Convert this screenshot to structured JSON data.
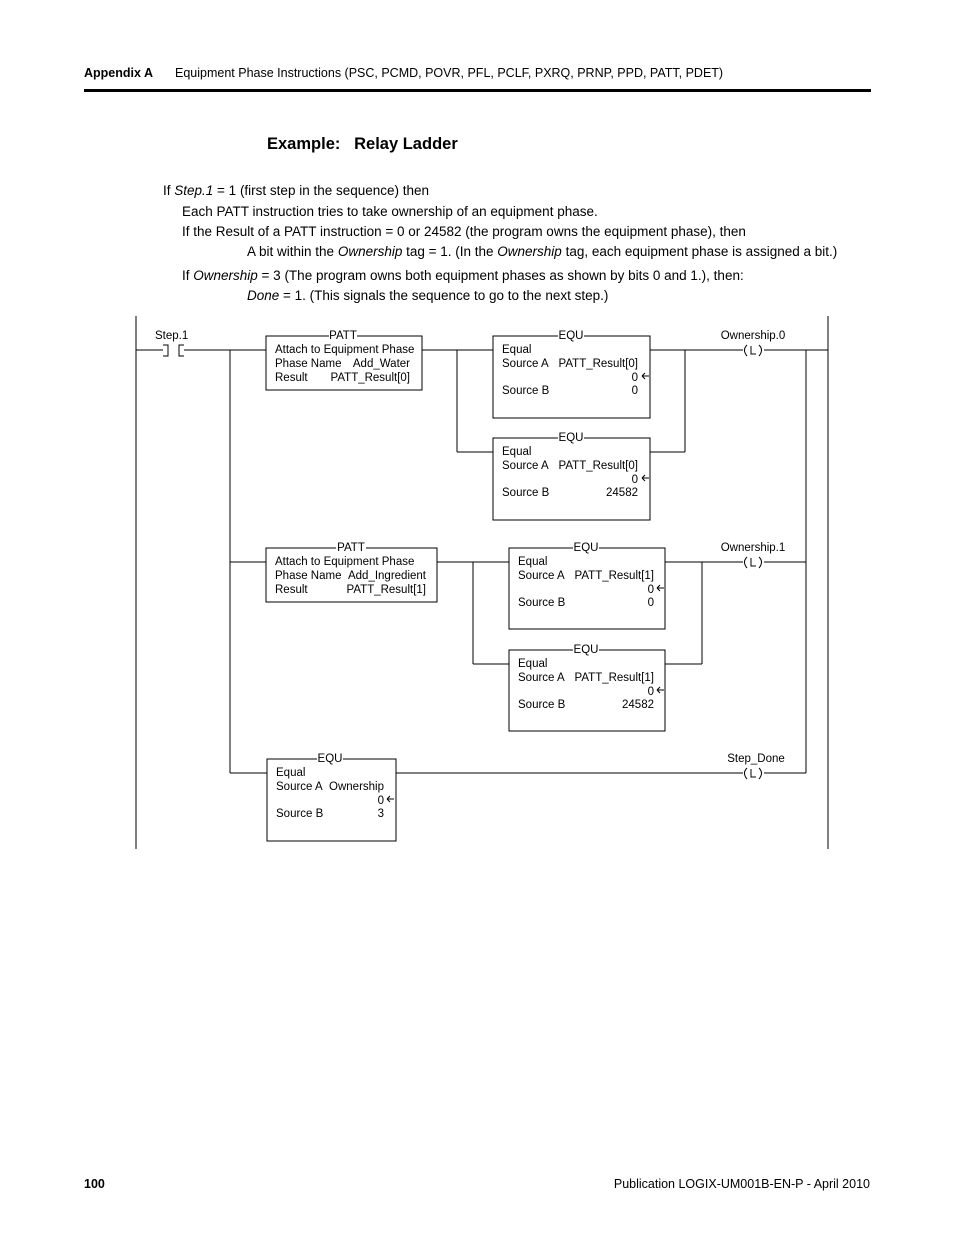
{
  "header": {
    "appendix": "Appendix A",
    "title": "Equipment Phase Instructions (PSC, PCMD, POVR, PFL, PCLF, PXRQ, PRNP, PPD, PATT, PDET)"
  },
  "example_title": "Example:   Relay Ladder",
  "description": {
    "line1": {
      "a": "If ",
      "b": "Step.1",
      "c": " = 1 (first step in the sequence) then"
    },
    "line2": "Each PATT instruction tries to take ownership of an equipment phase.",
    "line3": "If the Result of a PATT instruction = 0 or 24582 (the program owns the equipment phase), then",
    "line4": {
      "a": "A bit within the ",
      "b": "Ownership",
      "c": " tag = 1. (In the ",
      "d": "Ownership",
      "e": " tag, each equipment phase is assigned a bit.)"
    },
    "line5": {
      "a": "If ",
      "b": "Ownership",
      "c": " = 3 (The program owns both equipment phases as shown by bits 0 and 1.), then:"
    },
    "line6": {
      "a": "Done",
      "b": " = 1. (This signals the sequence to go to the next step.)"
    }
  },
  "ladder": {
    "contact": {
      "tag": "Step.1"
    },
    "patt1": {
      "type": "PATT",
      "desc": "Attach to Equipment Phase",
      "phase_label": "Phase Name",
      "phase_value": "Add_Water",
      "result_label": "Result",
      "result_value": "PATT_Result[0]"
    },
    "patt2": {
      "type": "PATT",
      "desc": "Attach to Equipment Phase",
      "phase_label": "Phase Name",
      "phase_value": "Add_Ingredient",
      "result_label": "Result",
      "result_value": "PATT_Result[1]"
    },
    "equ1": {
      "type": "EQU",
      "desc": "Equal",
      "srcA_label": "Source A",
      "srcA_tag": "PATT_Result[0]",
      "srcA_value": "0",
      "srcB_label": "Source B",
      "srcB_value": "0"
    },
    "equ2": {
      "type": "EQU",
      "desc": "Equal",
      "srcA_label": "Source A",
      "srcA_tag": "PATT_Result[0]",
      "srcA_value": "0",
      "srcB_label": "Source B",
      "srcB_value": "24582"
    },
    "equ3": {
      "type": "EQU",
      "desc": "Equal",
      "srcA_label": "Source A",
      "srcA_tag": "PATT_Result[1]",
      "srcA_value": "0",
      "srcB_label": "Source B",
      "srcB_value": "0"
    },
    "equ4": {
      "type": "EQU",
      "desc": "Equal",
      "srcA_label": "Source A",
      "srcA_tag": "PATT_Result[1]",
      "srcA_value": "0",
      "srcB_label": "Source B",
      "srcB_value": "24582"
    },
    "equ5": {
      "type": "EQU",
      "desc": "Equal",
      "srcA_label": "Source A",
      "srcA_tag": "Ownership",
      "srcA_value": "0",
      "srcB_label": "Source B",
      "srcB_value": "3"
    },
    "coil1": {
      "tag": "Ownership.0"
    },
    "coil2": {
      "tag": "Ownership.1"
    },
    "coil3": {
      "tag": "Step_Done"
    }
  },
  "footer": {
    "page": "100",
    "publication": "Publication LOGIX-UM001B-EN-P - April 2010"
  }
}
